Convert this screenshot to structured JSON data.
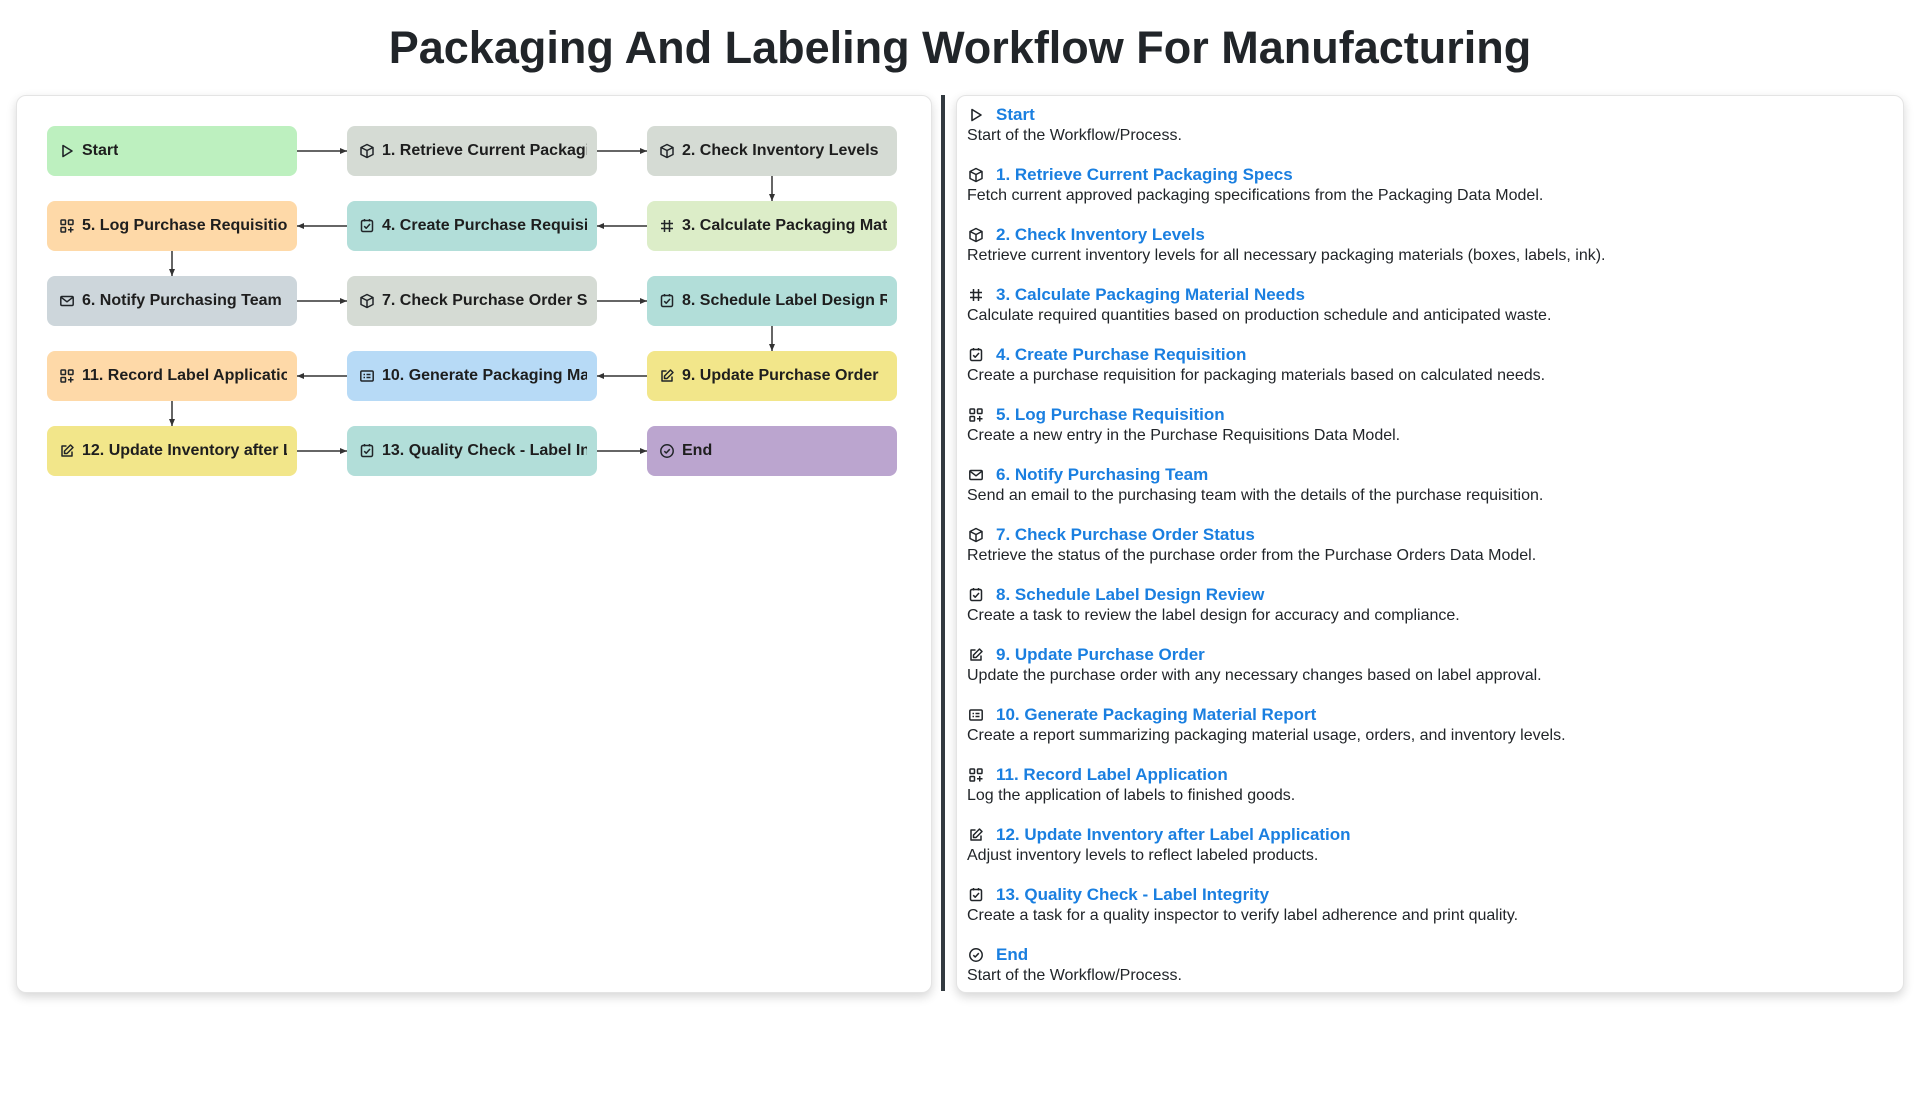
{
  "title": "Packaging And Labeling Workflow For Manufacturing",
  "colors": {
    "arrow": "#333333",
    "link": "#1a7fe0"
  },
  "nodes": [
    {
      "id": "start",
      "label": "Start",
      "icon": "play-icon",
      "color": "#bdf0bf",
      "row": 0,
      "col": 0
    },
    {
      "id": "n1",
      "label": "1. Retrieve Current Packaging Specs",
      "icon": "cube-icon",
      "color": "#d5dbd4",
      "row": 0,
      "col": 1
    },
    {
      "id": "n2",
      "label": "2. Check Inventory Levels",
      "icon": "cube-icon",
      "color": "#d5dbd4",
      "row": 0,
      "col": 2
    },
    {
      "id": "n3",
      "label": "3. Calculate Packaging Material Needs",
      "icon": "hash-icon",
      "color": "#dcedc8",
      "row": 1,
      "col": 2
    },
    {
      "id": "n4",
      "label": "4. Create Purchase Requisition",
      "icon": "checkbox-icon",
      "color": "#b2ded9",
      "row": 1,
      "col": 1
    },
    {
      "id": "n5",
      "label": "5. Log Purchase Requisition",
      "icon": "grid-icon",
      "color": "#fed9a8",
      "row": 1,
      "col": 0
    },
    {
      "id": "n6",
      "label": "6. Notify Purchasing Team",
      "icon": "mail-icon",
      "color": "#cdd6db",
      "row": 2,
      "col": 0
    },
    {
      "id": "n7",
      "label": "7. Check Purchase Order Status",
      "icon": "cube-icon",
      "color": "#d5dbd4",
      "row": 2,
      "col": 1
    },
    {
      "id": "n8",
      "label": "8. Schedule Label Design Review",
      "icon": "checkbox-icon",
      "color": "#b2ded9",
      "row": 2,
      "col": 2
    },
    {
      "id": "n9",
      "label": "9. Update Purchase Order",
      "icon": "edit-icon",
      "color": "#f2e68a",
      "row": 3,
      "col": 2
    },
    {
      "id": "n10",
      "label": "10. Generate Packaging Material Report",
      "icon": "report-icon",
      "color": "#b7daf6",
      "row": 3,
      "col": 1
    },
    {
      "id": "n11",
      "label": "11. Record Label Application",
      "icon": "grid-icon",
      "color": "#fed9a8",
      "row": 3,
      "col": 0
    },
    {
      "id": "n12",
      "label": "12. Update Inventory after Label Application",
      "icon": "edit-icon",
      "color": "#f2e68a",
      "row": 4,
      "col": 0
    },
    {
      "id": "n13",
      "label": "13. Quality Check - Label Integrity",
      "icon": "checkbox-icon",
      "color": "#b2ded9",
      "row": 4,
      "col": 1
    },
    {
      "id": "end",
      "label": "End",
      "icon": "check-circle-icon",
      "color": "#bba5cf",
      "row": 4,
      "col": 2
    }
  ],
  "edges": [
    [
      "start",
      "n1"
    ],
    [
      "n1",
      "n2"
    ],
    [
      "n2",
      "n3"
    ],
    [
      "n3",
      "n4"
    ],
    [
      "n4",
      "n5"
    ],
    [
      "n5",
      "n6"
    ],
    [
      "n6",
      "n7"
    ],
    [
      "n7",
      "n8"
    ],
    [
      "n8",
      "n9"
    ],
    [
      "n9",
      "n10"
    ],
    [
      "n10",
      "n11"
    ],
    [
      "n11",
      "n12"
    ],
    [
      "n12",
      "n13"
    ],
    [
      "n13",
      "end"
    ]
  ],
  "steps": [
    {
      "title": "Start",
      "icon": "play-icon",
      "desc": "Start of the Workflow/Process."
    },
    {
      "title": "1. Retrieve Current Packaging Specs",
      "icon": "cube-icon",
      "desc": "Fetch current approved packaging specifications from the Packaging Data Model."
    },
    {
      "title": "2. Check Inventory Levels",
      "icon": "cube-icon",
      "desc": "Retrieve current inventory levels for all necessary packaging materials (boxes, labels, ink)."
    },
    {
      "title": "3. Calculate Packaging Material Needs",
      "icon": "hash-icon",
      "desc": "Calculate required quantities based on production schedule and anticipated waste."
    },
    {
      "title": "4. Create Purchase Requisition",
      "icon": "checkbox-icon",
      "desc": "Create a purchase requisition for packaging materials based on calculated needs."
    },
    {
      "title": "5. Log Purchase Requisition",
      "icon": "grid-icon",
      "desc": "Create a new entry in the Purchase Requisitions Data Model."
    },
    {
      "title": "6. Notify Purchasing Team",
      "icon": "mail-icon",
      "desc": "Send an email to the purchasing team with the details of the purchase requisition."
    },
    {
      "title": "7. Check Purchase Order Status",
      "icon": "cube-icon",
      "desc": "Retrieve the status of the purchase order from the Purchase Orders Data Model."
    },
    {
      "title": "8. Schedule Label Design Review",
      "icon": "checkbox-icon",
      "desc": "Create a task to review the label design for accuracy and compliance."
    },
    {
      "title": "9. Update Purchase Order",
      "icon": "edit-icon",
      "desc": "Update the purchase order with any necessary changes based on label approval."
    },
    {
      "title": "10. Generate Packaging Material Report",
      "icon": "report-icon",
      "desc": "Create a report summarizing packaging material usage, orders, and inventory levels."
    },
    {
      "title": "11. Record Label Application",
      "icon": "grid-icon",
      "desc": "Log the application of labels to finished goods."
    },
    {
      "title": "12. Update Inventory after Label Application",
      "icon": "edit-icon",
      "desc": "Adjust inventory levels to reflect labeled products."
    },
    {
      "title": "13. Quality Check - Label Integrity",
      "icon": "checkbox-icon",
      "desc": "Create a task for a quality inspector to verify label adherence and print quality."
    },
    {
      "title": "End",
      "icon": "check-circle-icon",
      "desc": "Start of the Workflow/Process."
    }
  ]
}
